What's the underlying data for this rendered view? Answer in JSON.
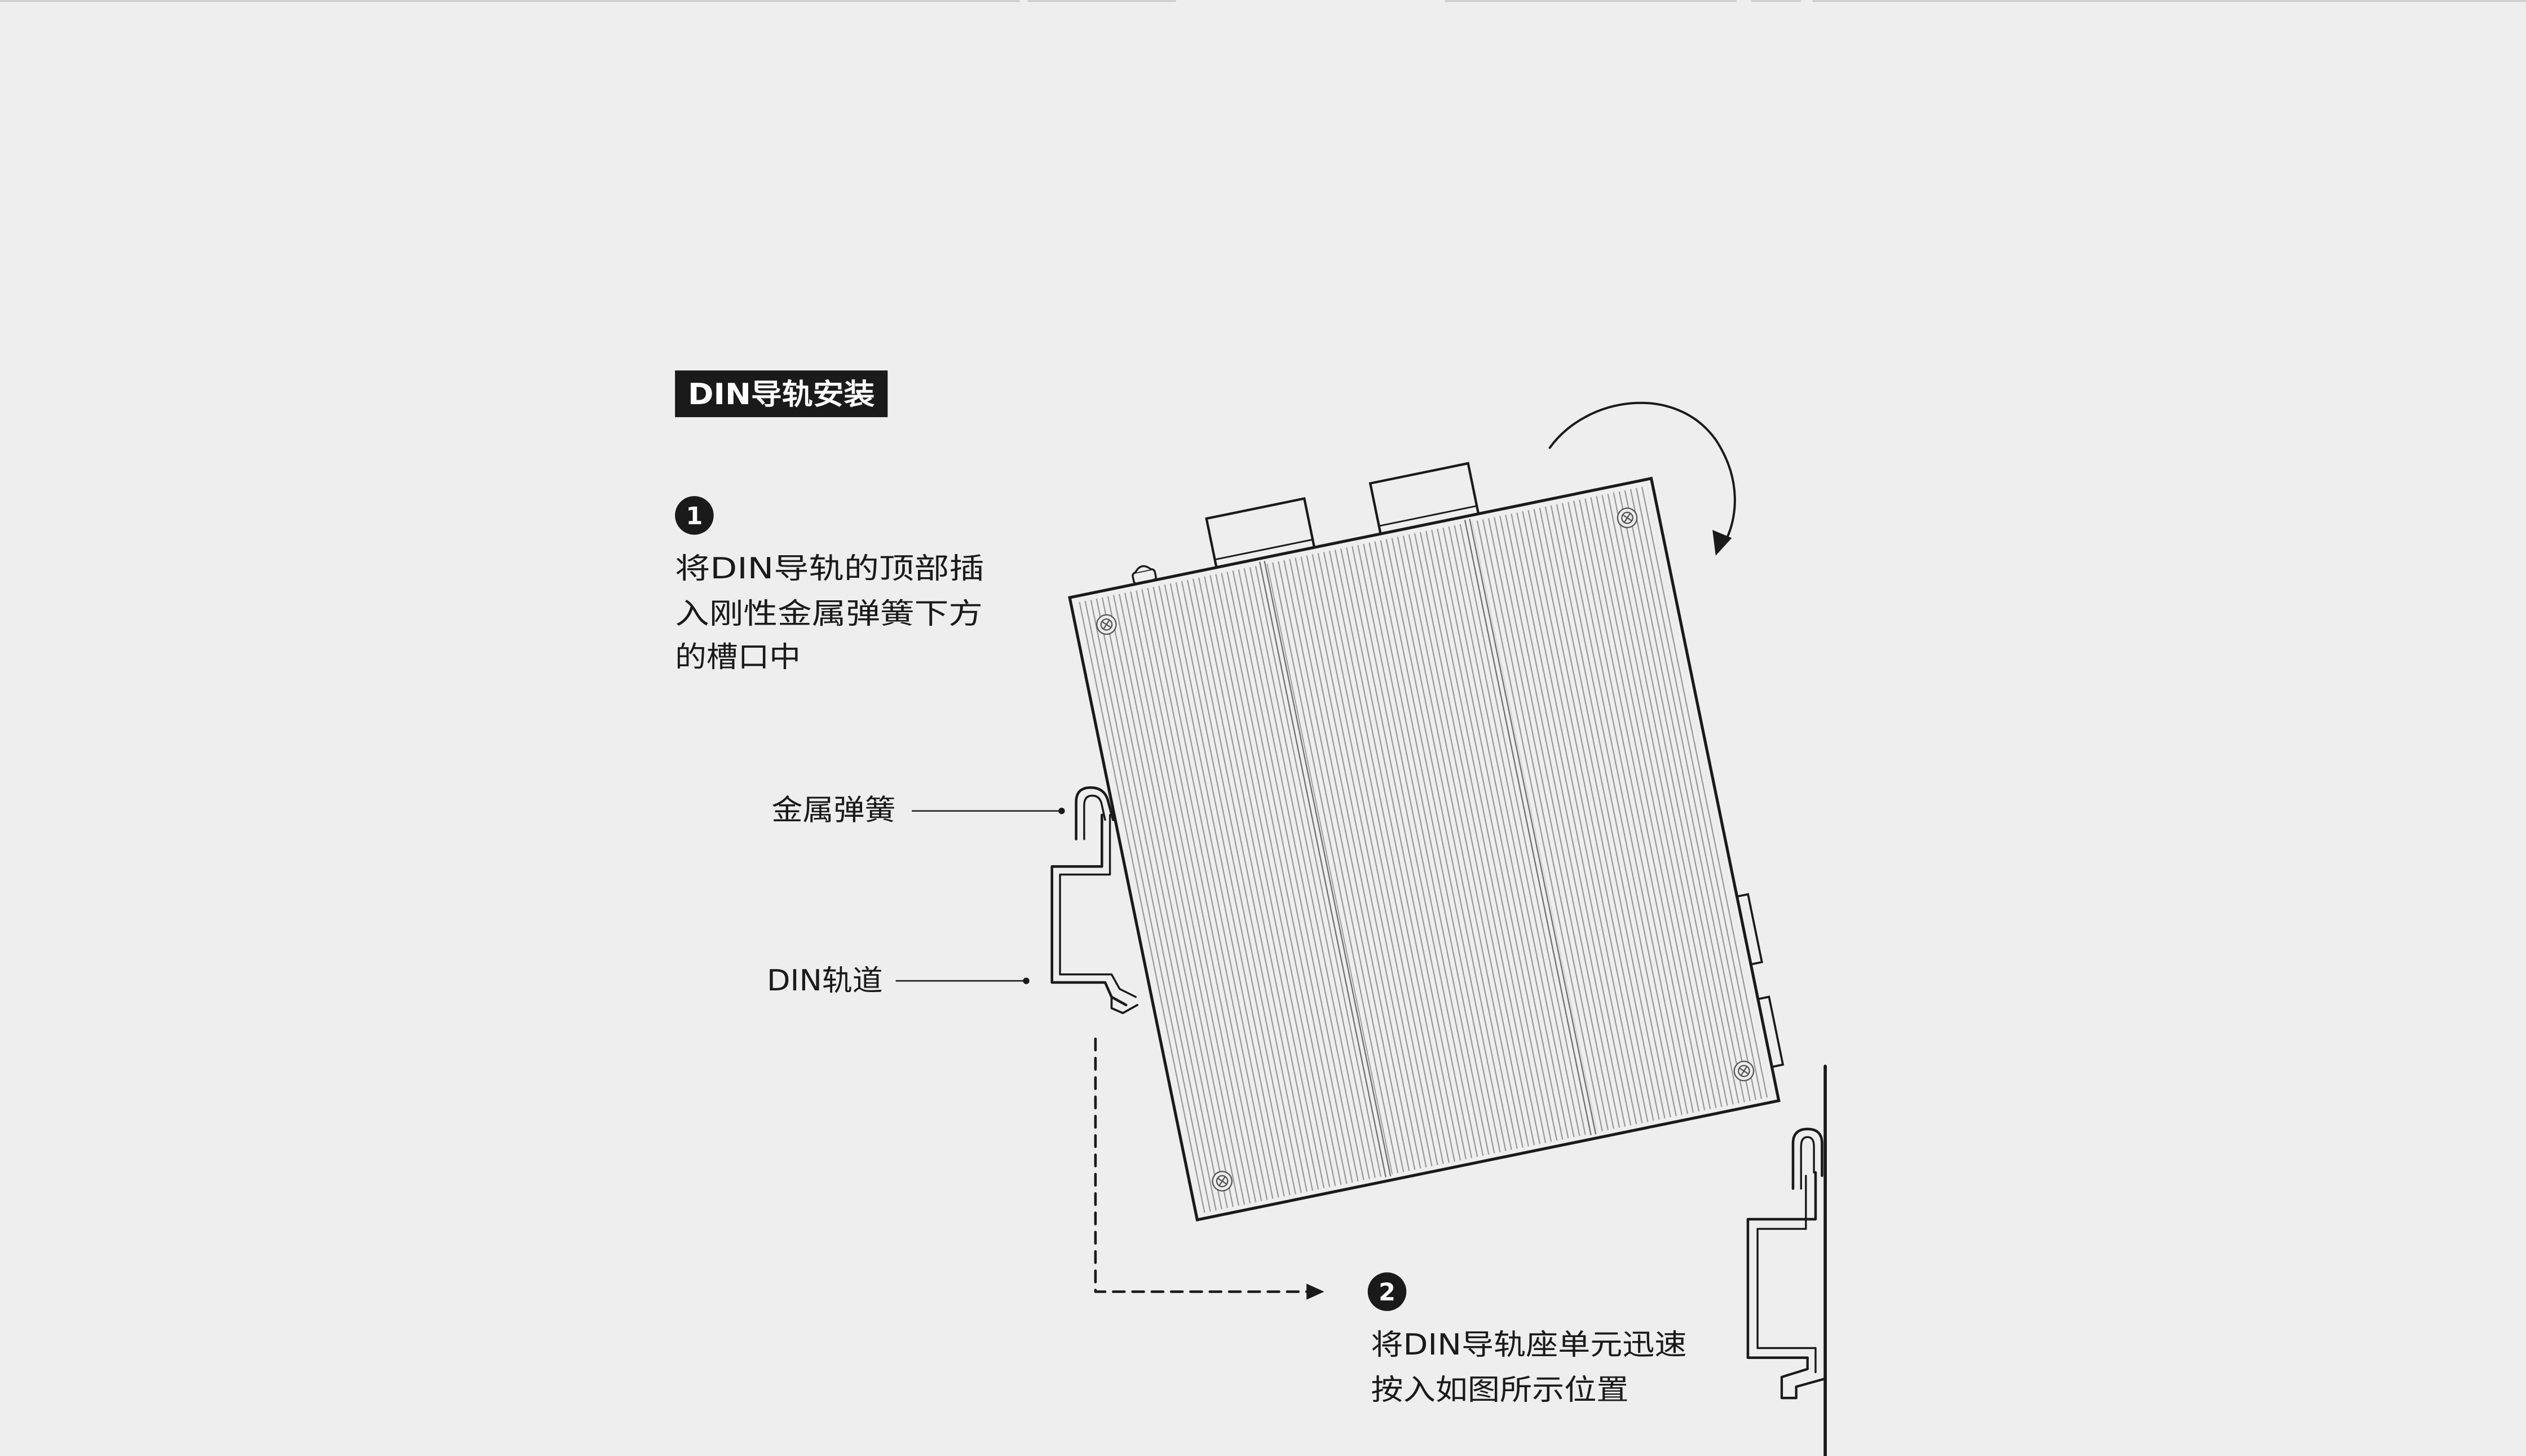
{
  "title": "DIN导轨安装",
  "steps": [
    {
      "number": "1",
      "lines": [
        "将DIN导轨的顶部插",
        "入刚性金属弹簧下方",
        "的槽口中"
      ]
    },
    {
      "number": "2",
      "lines": [
        "将DIN导轨座单元迅速",
        "按入如图所示位置"
      ]
    }
  ],
  "labels": {
    "spring": "金属弹簧",
    "rail": "DIN轨道"
  },
  "icons": {
    "rotation": "clockwise-rotation-arrow-icon",
    "motion": "dashed-motion-arrow-icon",
    "screw": "screw-icon"
  },
  "colors": {
    "background": "#eeeeee",
    "ink": "#1a1a1a",
    "title_badge": "#1a1a1a",
    "fins": "#8f8f8f"
  }
}
